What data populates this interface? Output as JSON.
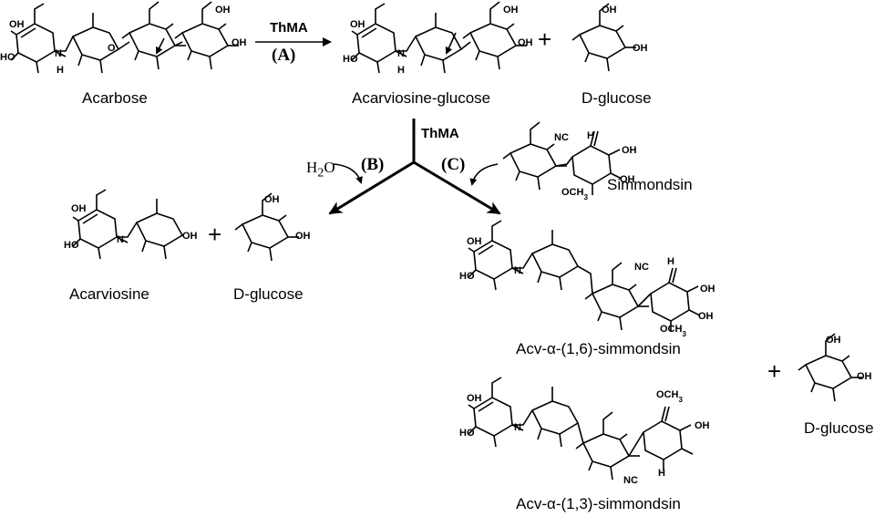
{
  "compounds": {
    "acarbose": "Acarbose",
    "acarviosine_glucose": "Acarviosine-glucose",
    "d_glucose_top": "D-glucose",
    "acarviosine": "Acarviosine",
    "d_glucose_left": "D-glucose",
    "simmondsin": "Simmondsin",
    "acv_16": "Acv-α-(1,6)-simmondsin",
    "acv_13": "Acv-α-(1,3)-simmondsin",
    "d_glucose_right": "D-glucose"
  },
  "enzyme": {
    "top": "ThMA",
    "center": "ThMA"
  },
  "steps": {
    "a": "(A)",
    "b": "(B)",
    "c": "(C)"
  },
  "reagent": {
    "water": "H2O"
  },
  "plus_sign": "+",
  "atoms": {
    "oh": "OH",
    "ho": "HO",
    "n": "N",
    "h": "H",
    "o": "O",
    "nc": "NC",
    "och3": "OCH3"
  }
}
